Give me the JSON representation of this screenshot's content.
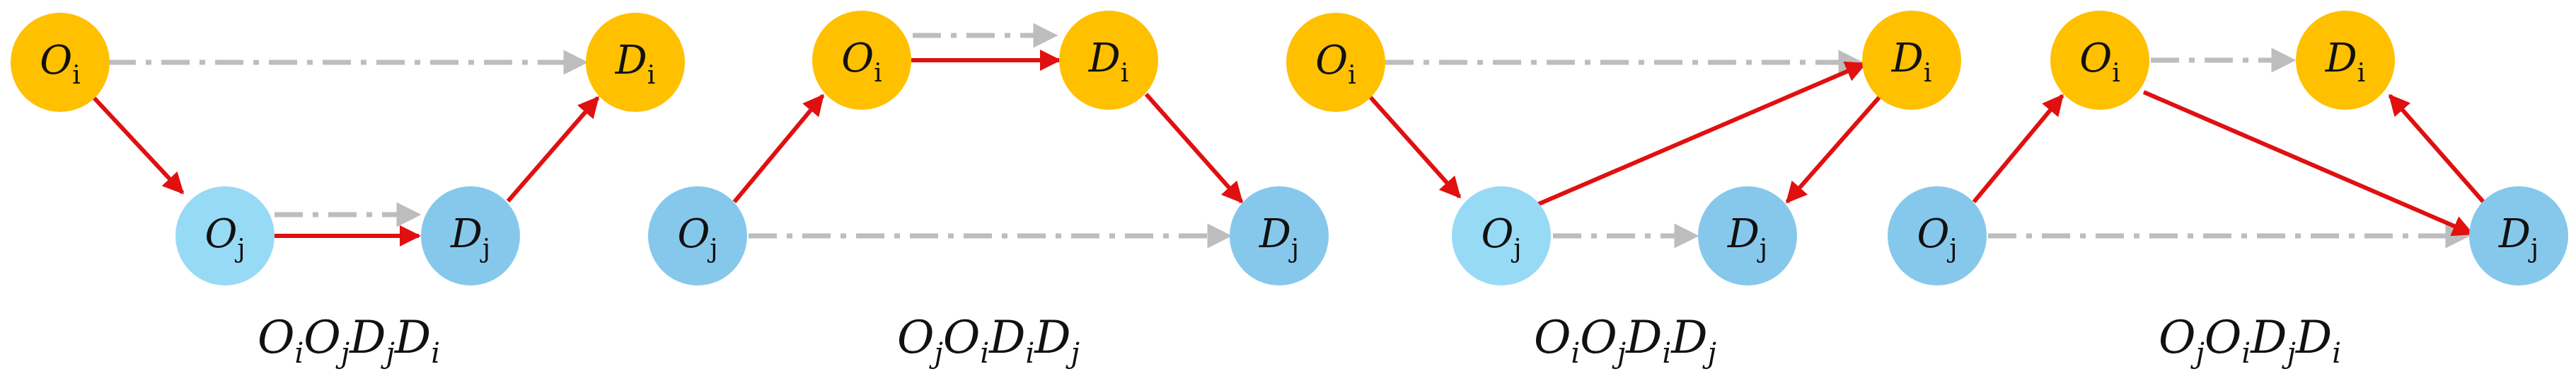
{
  "colors": {
    "origin_active": "#FFC000",
    "dest_active": "#FFC000",
    "origin_other": "#86C8EB",
    "origin_other_light": "#97DAF6",
    "route_arrow": "#E01010",
    "direct_arrow": "#BDBDBD",
    "text": "#111111"
  },
  "panels": [
    {
      "caption": {
        "parts": [
          [
            "O",
            "i"
          ],
          [
            "O",
            "j"
          ],
          [
            "D",
            "j"
          ],
          [
            "D",
            "i"
          ]
        ]
      },
      "nodes": {
        "Oi": {
          "base": "O",
          "sub": "i"
        },
        "Di": {
          "base": "D",
          "sub": "i"
        },
        "Oj": {
          "base": "O",
          "sub": "j"
        },
        "Dj": {
          "base": "D",
          "sub": "j"
        }
      }
    },
    {
      "caption": {
        "parts": [
          [
            "O",
            "j"
          ],
          [
            "O",
            "i"
          ],
          [
            "D",
            "i"
          ],
          [
            "D",
            "j"
          ]
        ]
      },
      "nodes": {
        "Oi": {
          "base": "O",
          "sub": "i"
        },
        "Di": {
          "base": "D",
          "sub": "i"
        },
        "Oj": {
          "base": "O",
          "sub": "j"
        },
        "Dj": {
          "base": "D",
          "sub": "j"
        }
      }
    },
    {
      "caption": {
        "parts": [
          [
            "O",
            "i"
          ],
          [
            "O",
            "j"
          ],
          [
            "D",
            "i"
          ],
          [
            "D",
            "j"
          ]
        ]
      },
      "nodes": {
        "Oi": {
          "base": "O",
          "sub": "i"
        },
        "Di": {
          "base": "D",
          "sub": "i"
        },
        "Oj": {
          "base": "O",
          "sub": "j"
        },
        "Dj": {
          "base": "D",
          "sub": "j"
        }
      }
    },
    {
      "caption": {
        "parts": [
          [
            "O",
            "j"
          ],
          [
            "O",
            "i"
          ],
          [
            "D",
            "j"
          ],
          [
            "D",
            "i"
          ]
        ]
      },
      "nodes": {
        "Oi": {
          "base": "O",
          "sub": "i"
        },
        "Di": {
          "base": "D",
          "sub": "i"
        },
        "Oj": {
          "base": "O",
          "sub": "j"
        },
        "Dj": {
          "base": "D",
          "sub": "j"
        }
      }
    }
  ]
}
